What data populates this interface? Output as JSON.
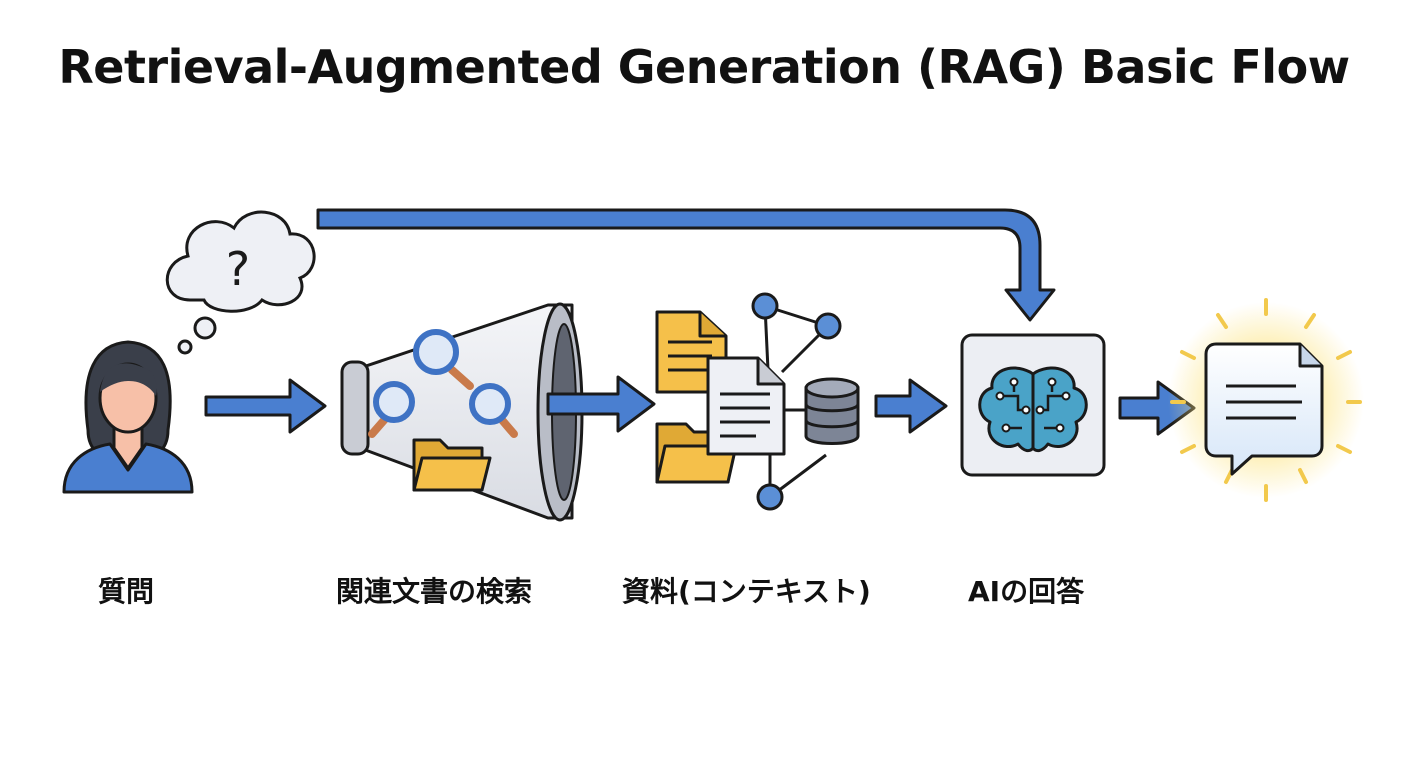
{
  "title": "Retrieval-Augmented Generation (RAG) Basic Flow",
  "steps": [
    {
      "label": "質問",
      "icon": "user-icon"
    },
    {
      "label": "関連文書の検索",
      "icon": "search-funnel-icon"
    },
    {
      "label": "資料(コンテキスト)",
      "icon": "documents-network-icon"
    },
    {
      "label": "AIの回答",
      "icon": "ai-brain-icon"
    }
  ],
  "thought_symbol": "?",
  "output_icon": "answer-bubble-icon",
  "colors": {
    "arrow": "#4a7fd0",
    "outline": "#1a1a1a",
    "folder": "#f5c04a",
    "node": "#5b8fd6",
    "brain": "#4aa3c8",
    "skin": "#f7c0a8",
    "hair": "#3a3f4a",
    "shirt": "#4a7fd0",
    "glow": "#fbe17a"
  }
}
